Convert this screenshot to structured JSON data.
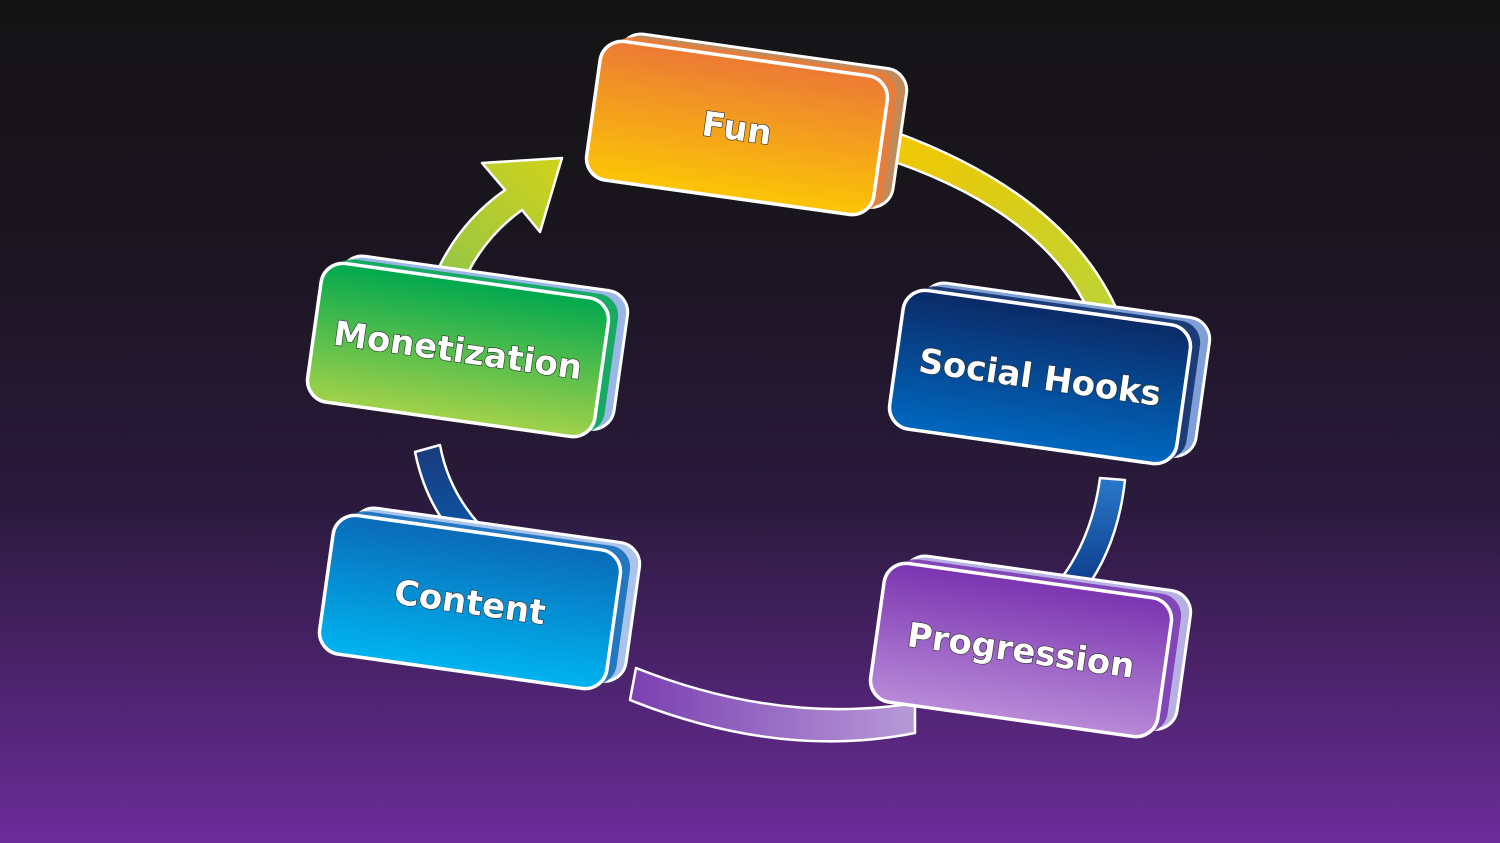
{
  "diagram": {
    "nodes": [
      {
        "id": "fun",
        "label": "Fun",
        "top": "#ec7a35",
        "bottom": "#fcc505",
        "side": "#c08a5a"
      },
      {
        "id": "social-hooks",
        "label": "Social Hooks",
        "top": "#0b2a66",
        "bottom": "#0068c0",
        "side": "#7f9fd6"
      },
      {
        "id": "progression",
        "label": "Progression",
        "top": "#7a34b0",
        "bottom": "#b88ad8",
        "side": "#b7b1e3"
      },
      {
        "id": "content",
        "label": "Content",
        "top": "#0a6ab8",
        "bottom": "#00b4f0",
        "side": "#a9c3ea"
      },
      {
        "id": "monetization",
        "label": "Monetization",
        "top": "#00a84e",
        "bottom": "#a2d24a",
        "side": "#9bb7e8"
      }
    ],
    "cycle_direction": "clockwise"
  },
  "colors": {
    "background_top": "#141414",
    "background_bottom": "#6b2c9a",
    "box_outline": "#ffffff"
  }
}
